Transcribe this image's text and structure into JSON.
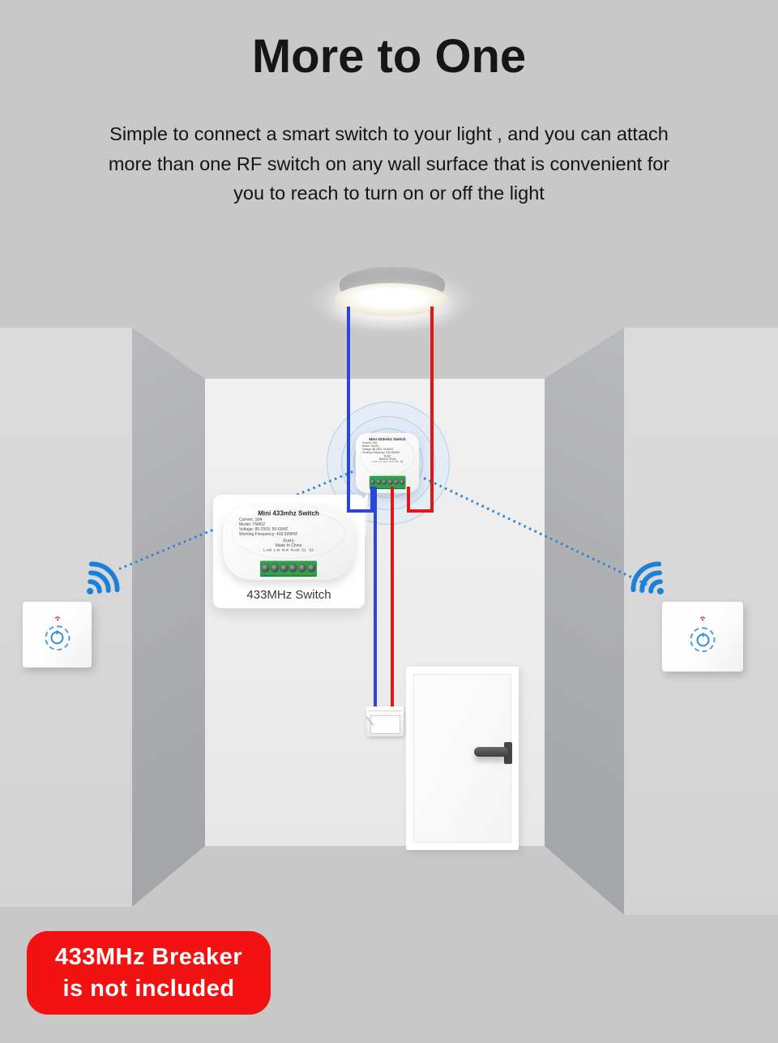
{
  "header": {
    "title": "More to One",
    "description_lines": [
      "Simple to connect a  smart switch to your light , and you can attach",
      "more than one RF switch on any wall surface that is convenient for",
      "you to reach to turn on or off the light"
    ]
  },
  "device": {
    "title": "Mini 433mhz Switch",
    "spec_lines": [
      "Current: 16A",
      "Model: TM402",
      "Voltage: 85-250V, 50-60HZ",
      "Working Frequency: 433.92MHZ"
    ],
    "cert": "RoHS",
    "origin": "Made In China",
    "terminals": "L-out  L-in  N-in  N-out  S1   S2"
  },
  "callout": {
    "label": "433MHz Switch"
  },
  "badge": {
    "line1": "433MHz Breaker",
    "line2": "is not included"
  },
  "colors": {
    "background": "#c8c8c8",
    "wifi_blue": "#1b80d8",
    "dotted_blue": "#2f86d8",
    "wire_blue": "#2b46dd",
    "wire_red": "#e31616",
    "badge_red": "#f31212",
    "terminal_green": "#2fa14e"
  }
}
